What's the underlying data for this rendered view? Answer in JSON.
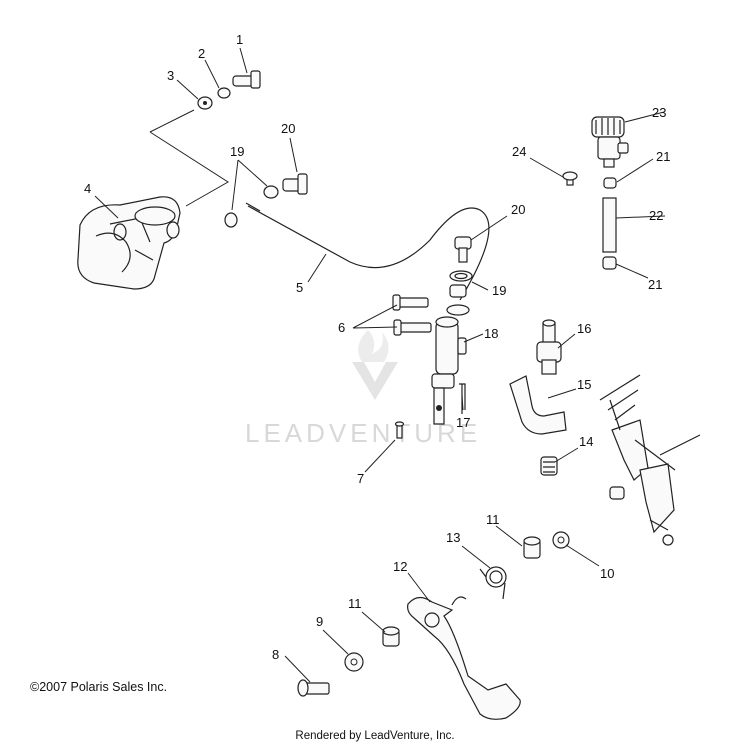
{
  "watermark": "LEADVENTURE",
  "copyright": "©2007 Polaris Sales Inc.",
  "rendered_by": "Rendered by LeadVenture, Inc.",
  "callouts": [
    "1",
    "2",
    "3",
    "4",
    "5",
    "6",
    "7",
    "8",
    "9",
    "10",
    "11",
    "11",
    "12",
    "13",
    "14",
    "15",
    "16",
    "17",
    "18",
    "19",
    "19",
    "20",
    "20",
    "21",
    "21",
    "22",
    "23",
    "24"
  ]
}
